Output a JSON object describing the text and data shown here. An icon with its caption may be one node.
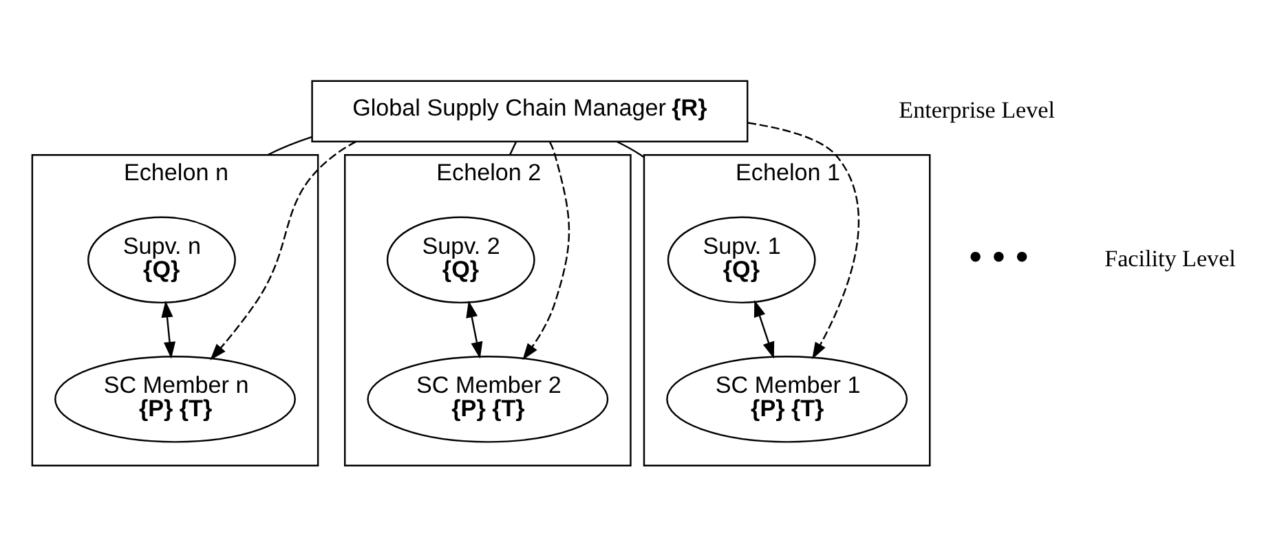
{
  "diagram": {
    "nodes": [
      {
        "text": [
          "Global Supply Chain Manager",
          "{R}"
        ]
      },
      {
        "text": [
          "Echelon n"
        ]
      },
      {
        "text": [
          "Supv. n",
          "{Q}"
        ],
        "in": 1
      },
      {
        "text": [
          "SC Member n",
          "{P} {T}"
        ],
        "in": 1
      },
      {
        "text": [
          "Echelon 2"
        ]
      },
      {
        "text": [
          "Supv. 2",
          "{Q}"
        ],
        "in": 4
      },
      {
        "text": [
          "SC Member 2",
          "{P} {T}"
        ],
        "in": 4
      },
      {
        "text": [
          "Echelon 1"
        ]
      },
      {
        "text": [
          "Supv. 1",
          "{Q}"
        ],
        "in": 7
      },
      {
        "text": [
          "SC Member 1",
          "{P} {T}"
        ],
        "in": 7
      }
    ],
    "edges": [
      {
        "from": 0,
        "to": 1,
        "arrow": "none"
      },
      {
        "from": 0,
        "to": 4,
        "arrow": "none"
      },
      {
        "from": 0,
        "to": 7,
        "arrow": "none"
      },
      {
        "from": 0,
        "to": 3,
        "arrow": "to",
        "style": "dashed"
      },
      {
        "from": 0,
        "to": 6,
        "arrow": "to",
        "style": "dashed"
      },
      {
        "from": 0,
        "to": 9,
        "arrow": "to",
        "style": "dashed"
      },
      {
        "from": 2,
        "to": 3,
        "arrow": "both"
      },
      {
        "from": 5,
        "to": 6,
        "arrow": "both"
      },
      {
        "from": 8,
        "to": 9,
        "arrow": "both"
      }
    ],
    "labels": [
      "Enterprise Level",
      "• • •",
      "Facility Level"
    ]
  }
}
